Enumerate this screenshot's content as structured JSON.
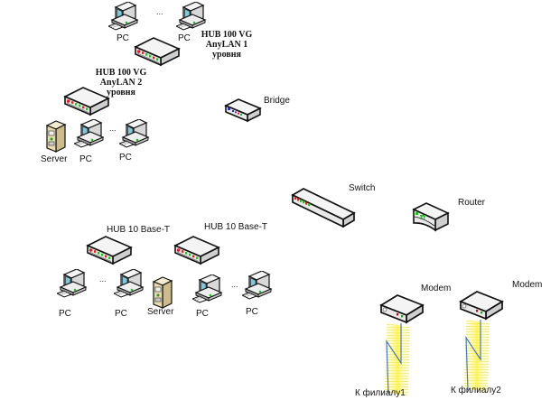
{
  "diagram": {
    "title": "",
    "colors": {
      "outline": "#111111",
      "device_top": "#f2f2f2",
      "device_side": "#cfcfcf",
      "led_red": "#e02020",
      "led_green": "#20c020",
      "server_body": "#e8d9b0",
      "wireless_zone": "#fff23a",
      "wireless_line": "#4a7ab8"
    },
    "groups": {
      "anylan_lvl1": {
        "hub_label": "HUB 100 VG\nAnyLAN  1\nуровня",
        "pc_left": "PC",
        "pc_right": "PC",
        "ellipsis": "..."
      },
      "anylan_lvl2": {
        "hub_label": "HUB 100 VG\nAnyLAN  2\nуровня",
        "server": "Server",
        "pc_left": "PC",
        "pc_right": "PC",
        "ellipsis": "..."
      },
      "bridge": {
        "label": "Bridge"
      },
      "switch": {
        "label": "Switch"
      },
      "router": {
        "label": "Router"
      },
      "base_t_left": {
        "hub_label": "HUB 10 Base-T",
        "pc_left": "PC",
        "pc_right": "PC",
        "ellipsis": "..."
      },
      "base_t_right": {
        "hub_label": "HUB 10 Base-T",
        "server": "Server",
        "pc_left": "PC",
        "pc_right": "PC",
        "ellipsis": "..."
      },
      "modem1": {
        "label": "Modem",
        "link_label": "К филиалу1"
      },
      "modem2": {
        "label": "Modem",
        "link_label": "К филиалу2"
      }
    }
  }
}
